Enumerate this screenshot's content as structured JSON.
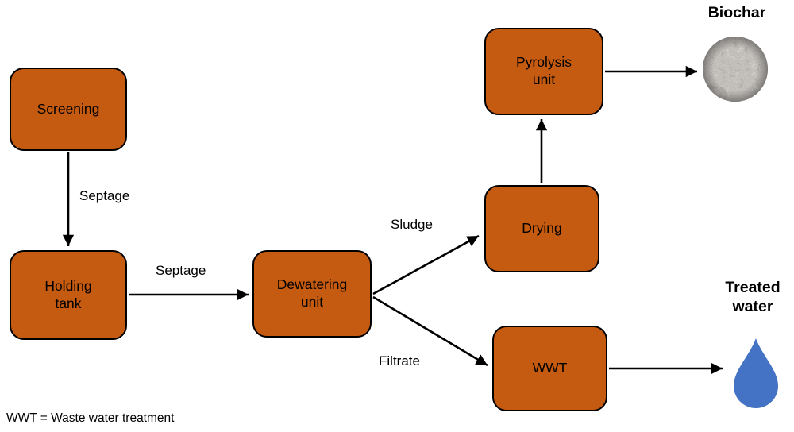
{
  "diagram": {
    "nodes": {
      "screening": {
        "label": "Screening"
      },
      "holding_tank": {
        "label": "Holding tank"
      },
      "dewatering_unit": {
        "label": "Dewatering unit"
      },
      "drying": {
        "label": "Drying"
      },
      "pyrolysis_unit": {
        "label": "Pyrolysis unit"
      },
      "wwt": {
        "label": "WWT"
      }
    },
    "edge_labels": {
      "septage_vertical": "Septage",
      "septage_horizontal": "Septage",
      "sludge": "Sludge",
      "filtrate": "Filtrate"
    },
    "outputs": {
      "biochar": {
        "label": "Biochar",
        "image": "biochar-gravel-photo"
      },
      "treated_water": {
        "label": "Treated water",
        "icon": "water-drop-icon"
      }
    },
    "footnote": "WWT = Waste water treatment",
    "colors": {
      "box_fill": "#C55A11",
      "box_border": "#000000",
      "arrow": "#000000",
      "water_drop": "#4472C4",
      "text": "#000000"
    }
  }
}
